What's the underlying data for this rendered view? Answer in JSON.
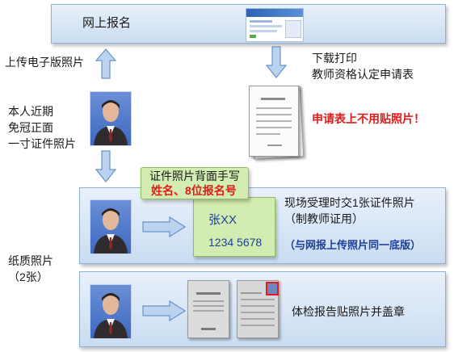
{
  "online_signup": {
    "label": "网上报名"
  },
  "upload_label": "上传电子版照片",
  "download_label": "下载打印\n教师资格认定申请表",
  "photo_requirement": "本人近期\n免冠正面\n一寸证件照片",
  "no_photo_warning": "申请表上不用贴照片！",
  "back_note": {
    "line1": "证件照片背面手写",
    "line2": "姓名、8位报名号"
  },
  "card": {
    "name": "张XX",
    "number": "1234  5678"
  },
  "submit_text": "现场受理时交1张证件照片\n（制教师证用）",
  "same_photo_note": "（与网报上传照片同一底版）",
  "paper_photos": "纸质照片\n（2张）",
  "health_exam_text": "体检报告贴照片并盖章",
  "colors": {
    "panel_border": "#8fb0d6",
    "arrow_fill": "#bcd3ef",
    "arrow_stroke": "#6a93c9",
    "warning_red": "#e01b1b",
    "note_blue": "#1d3f9b",
    "note_green": "#d3ecb1"
  }
}
